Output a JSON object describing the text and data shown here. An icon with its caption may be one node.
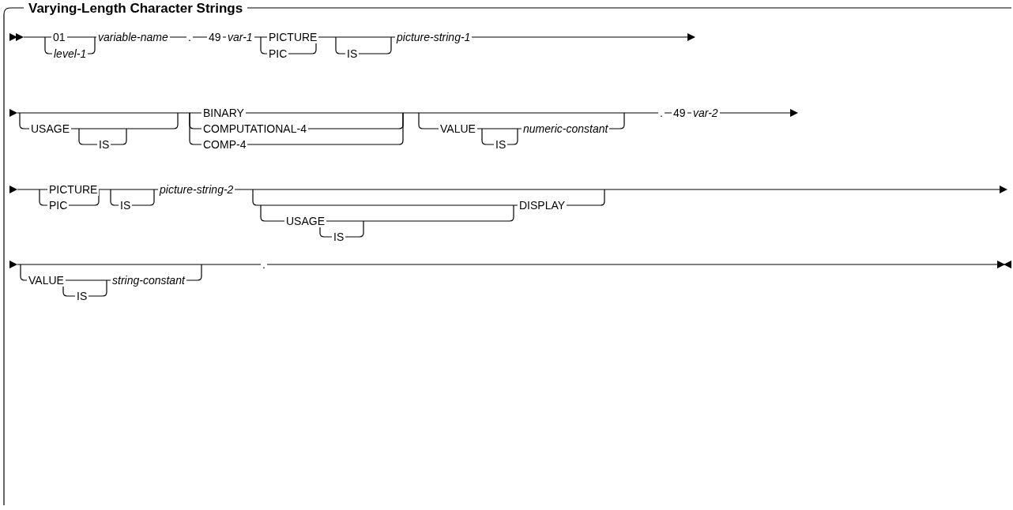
{
  "diagram": {
    "title": "Varying-Length Character Strings",
    "labels": [
      "01",
      "level-1",
      "variable-name",
      ".",
      "49",
      "var-1",
      "PICTURE",
      "PIC",
      "IS",
      "picture-string-1",
      "USAGE",
      "IS",
      "BINARY",
      "COMPUTATIONAL-4",
      "COMP-4",
      "VALUE",
      "IS",
      "numeric-constant",
      ".",
      "49",
      "var-2",
      "PICTURE",
      "PIC",
      "IS",
      "picture-string-2",
      "USAGE",
      "IS",
      "DISPLAY",
      "VALUE",
      "IS",
      "string-constant",
      "."
    ]
  }
}
